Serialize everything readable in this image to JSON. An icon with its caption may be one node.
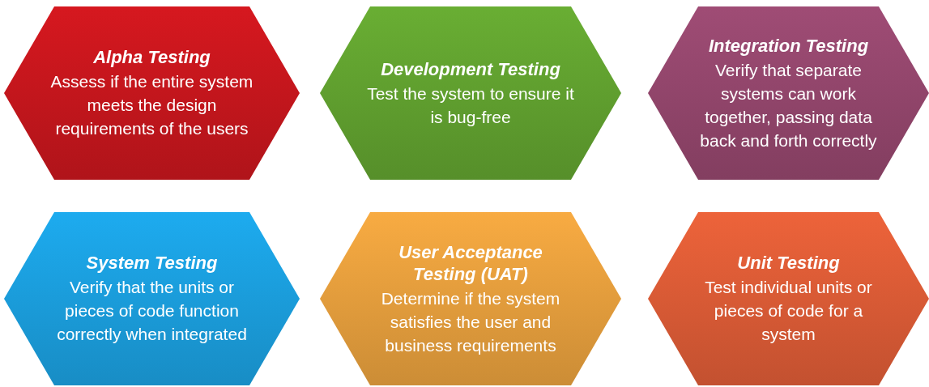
{
  "diagram": {
    "nodes": [
      {
        "text": [
          "Alpha Testing",
          "Assess if the entire system meets the design requirements of the users"
        ]
      },
      {
        "text": [
          "Development Testing",
          "Test the system to ensure it is bug-free"
        ]
      },
      {
        "text": [
          "Integration Testing",
          "Verify that separate systems can work together, passing data back and forth correctly"
        ]
      },
      {
        "text": [
          "System Testing",
          "Verify that the units or pieces of code function correctly when integrated"
        ]
      },
      {
        "text": [
          "User Acceptance Testing (UAT)",
          "Determine if the system satisfies the user and business requirements"
        ]
      },
      {
        "text": [
          "Unit Testing",
          "Test individual units or pieces of code for a system"
        ]
      }
    ]
  }
}
